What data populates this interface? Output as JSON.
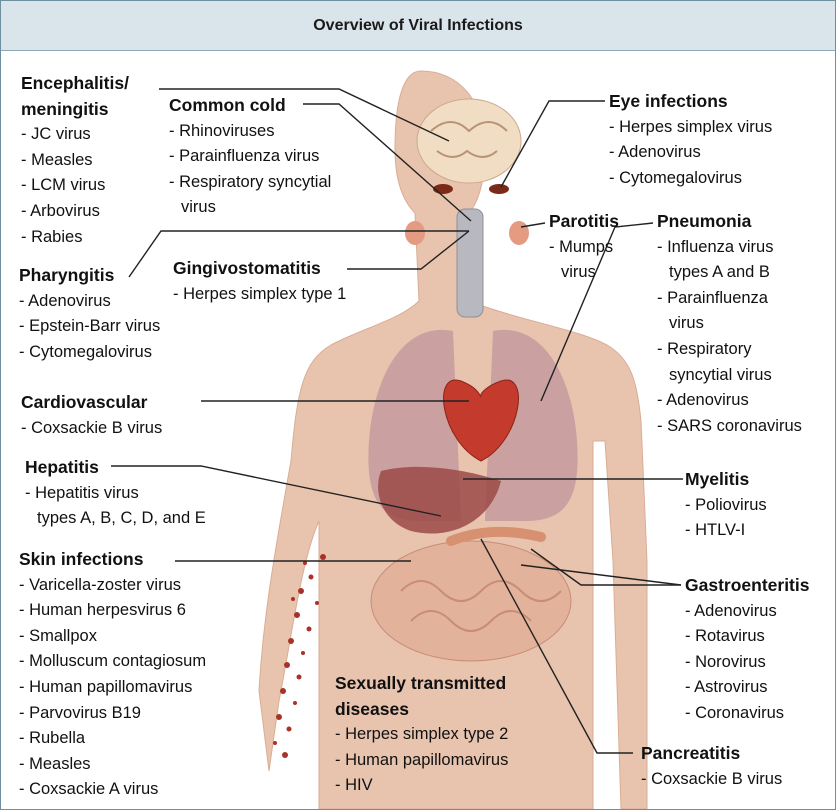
{
  "title": "Overview of Viral Infections",
  "colors": {
    "header_bg": "#d9e5eb",
    "skin": "#e8c4ae",
    "rash": "#a83228",
    "leader": "#222222"
  },
  "groups": {
    "encephalitis": {
      "title_l1": "Encephalitis/",
      "title_l2": "meningitis",
      "items": [
        "JC virus",
        "Measles",
        "LCM virus",
        "Arbovirus",
        "Rabies"
      ]
    },
    "common_cold": {
      "title": "Common cold",
      "items": [
        "Rhinoviruses",
        "Parainfluenza virus",
        "Respiratory syncytial"
      ],
      "cont": "virus"
    },
    "eye": {
      "title": "Eye infections",
      "items": [
        "Herpes simplex virus",
        "Adenovirus",
        "Cytomegalovirus"
      ]
    },
    "parotitis": {
      "title": "Parotitis",
      "item": "Mumps",
      "cont": "virus"
    },
    "pneumonia": {
      "title": "Pneumonia",
      "lines": [
        "- Influenza virus",
        "types A and B",
        "- Parainfluenza",
        "virus",
        "- Respiratory",
        "syncytial virus",
        "- Adenovirus",
        "- SARS coronavirus"
      ]
    },
    "pharyngitis": {
      "title": "Pharyngitis",
      "items": [
        "Adenovirus",
        "Epstein-Barr virus",
        "Cytomegalovirus"
      ]
    },
    "gingivo": {
      "title": "Gingivostomatitis",
      "items": [
        "Herpes simplex type 1"
      ]
    },
    "cardio": {
      "title": "Cardiovascular",
      "items": [
        "Coxsackie B virus"
      ]
    },
    "hepatitis": {
      "title": "Hepatitis",
      "item": "Hepatitis virus",
      "cont": "types A, B, C, D, and E"
    },
    "myelitis": {
      "title": "Myelitis",
      "items": [
        "Poliovirus",
        "HTLV-I"
      ]
    },
    "skin": {
      "title": "Skin infections",
      "items": [
        "Varicella-zoster virus",
        "Human herpesvirus 6",
        "Smallpox",
        "Molluscum contagiosum",
        "Human papillomavirus",
        "Parvovirus B19",
        "Rubella",
        "Measles",
        "Coxsackie A virus"
      ]
    },
    "gastro": {
      "title": "Gastroenteritis",
      "items": [
        "Adenovirus",
        "Rotavirus",
        "Norovirus",
        "Astrovirus",
        "Coronavirus"
      ]
    },
    "std": {
      "title_l1": "Sexually transmitted",
      "title_l2": "diseases",
      "items": [
        "Herpes simplex type 2",
        "Human papillomavirus",
        "HIV"
      ]
    },
    "pancreatitis": {
      "title": "Pancreatitis",
      "items": [
        "Coxsackie B virus"
      ]
    }
  }
}
